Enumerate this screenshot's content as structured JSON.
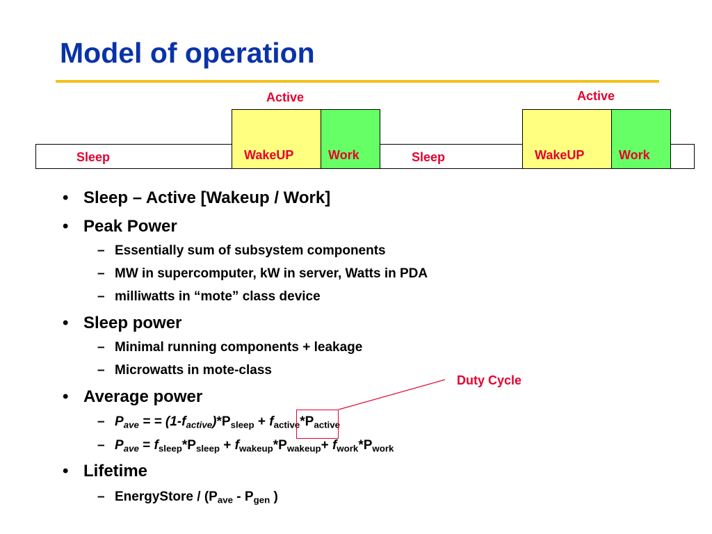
{
  "slide": {
    "title": "Model of operation"
  },
  "diagram": {
    "labels": {
      "active_1": "Active",
      "active_2": "Active",
      "sleep_1": "Sleep",
      "wakeup_1": "WakeUP",
      "work_1": "Work",
      "sleep_2": "Sleep",
      "wakeup_2": "WakeUP",
      "work_2": "Work"
    },
    "colors": {
      "wakeup_fill": "#ffff80",
      "work_fill": "#66ff66",
      "label_red": "#e6002e"
    }
  },
  "bullets": {
    "b1": "Sleep – Active [Wakeup / Work]",
    "b2": "Peak Power",
    "b2_sub1": "Essentially sum of subsystem components",
    "b2_sub2": "MW in supercomputer, kW in server, Watts in PDA",
    "b2_sub3": "milliwatts in “mote” class device",
    "b3": "Sleep power",
    "b3_sub1": "Minimal running components + leakage",
    "b3_sub2": "Microwatts in mote-class",
    "b4": "Average power",
    "b5": "Lifetime"
  },
  "formula1": {
    "p": "P",
    "ave": "ave",
    "eq": " = = (1-",
    "f": "f",
    "active": "active",
    "close": ")",
    "star_p": "*P",
    "sleep": "sleep",
    "plus": " + ",
    "f2": "f",
    "active2": "active",
    "star_p2": "*P",
    "active3": "active"
  },
  "formula2": {
    "p": "P",
    "ave": "ave",
    "eq": " = ",
    "f1": "f",
    "sleep": "sleep",
    "star_p1": "*P",
    "sleep2": "sleep",
    "plus1": " + ",
    "f2": "f",
    "wakeup": "wakeup",
    "star_p2": "*P",
    "wakeup2": "wakeup",
    "plus2": "+ ",
    "f3": "f",
    "work": "work",
    "star_p3": "*P",
    "work2": "work"
  },
  "lifetime_formula": {
    "prefix": "EnergyStore / (P",
    "ave": "ave",
    "minus": " - P",
    "gen": "gen",
    "suffix": " )"
  },
  "annotation": {
    "duty_cycle": "Duty Cycle"
  },
  "glyphs": {
    "bullet": "•",
    "dash": "–"
  }
}
